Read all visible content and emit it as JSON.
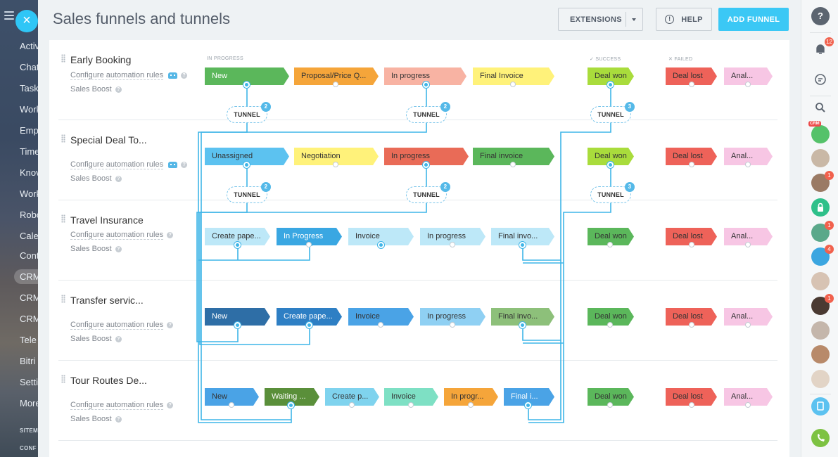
{
  "left_menu": {
    "items": [
      "Activ",
      "Chat",
      "Task",
      "Work",
      "Emp",
      "Time",
      "Knov",
      "Work",
      "Robo",
      "Cale",
      "Cont",
      "CRM",
      "CRM",
      "CRM",
      "Tele",
      "Bitri",
      "Setti",
      "More"
    ],
    "active_index": 11,
    "footer": [
      "SITEM",
      "CONF"
    ]
  },
  "close_button": "×",
  "header": {
    "title": "Sales funnels and tunnels",
    "extensions": "EXTENSIONS",
    "help": "HELP",
    "help_icon": "!",
    "add_funnel": "ADD FUNNEL"
  },
  "sections": {
    "in_progress": "IN PROGRESS",
    "success": "✓ SUCCESS",
    "failed": "✕ FAILED"
  },
  "common": {
    "configure": "Configure automation rules",
    "sales_boost": "Sales Boost",
    "tunnel": "TUNNEL",
    "q": "?"
  },
  "funnels": [
    {
      "name": "Early Booking",
      "stages": [
        {
          "label": "New",
          "color": "#5bb75b",
          "text": "#fff"
        },
        {
          "label": "Proposal/Price Q...",
          "color": "#f5a53a",
          "text": "#333"
        },
        {
          "label": "In progress",
          "color": "#f8b3a3",
          "text": "#333"
        },
        {
          "label": "Final Invoice",
          "color": "#fff27a",
          "text": "#333"
        }
      ],
      "won": {
        "label": "Deal won",
        "color": "#a9dc3c"
      },
      "lost": {
        "label": "Deal lost",
        "color": "#ee6259"
      },
      "extra": {
        "label": "Anal...",
        "color": "#f7c6e4"
      },
      "tunnels": [
        "2",
        "2",
        "3"
      ]
    },
    {
      "name": "Special Deal To...",
      "stages": [
        {
          "label": "Unassigned",
          "color": "#5cc2f0",
          "text": "#333"
        },
        {
          "label": "Negotiation",
          "color": "#fff27a",
          "text": "#333"
        },
        {
          "label": "In progress",
          "color": "#e96b57",
          "text": "#333"
        },
        {
          "label": "Final invoice",
          "color": "#5bb75b",
          "text": "#333"
        }
      ],
      "won": {
        "label": "Deal won",
        "color": "#a9dc3c"
      },
      "lost": {
        "label": "Deal lost",
        "color": "#ee6259"
      },
      "extra": {
        "label": "Anal...",
        "color": "#f7c6e4"
      },
      "tunnels": [
        "2",
        "2",
        "3"
      ]
    },
    {
      "name": "Travel Insurance",
      "stages": [
        {
          "label": "Create pape...",
          "color": "#bde8f8",
          "text": "#333"
        },
        {
          "label": "In Progress",
          "color": "#3aa7e2",
          "text": "#fff"
        },
        {
          "label": "Invoice",
          "color": "#bde8f8",
          "text": "#333"
        },
        {
          "label": "In progress",
          "color": "#bde8f8",
          "text": "#333"
        },
        {
          "label": "Final invo...",
          "color": "#bde8f8",
          "text": "#333"
        }
      ],
      "won": {
        "label": "Deal won",
        "color": "#5bb75b"
      },
      "lost": {
        "label": "Deal lost",
        "color": "#ee6259"
      },
      "extra": {
        "label": "Anal...",
        "color": "#f7c6e4"
      }
    },
    {
      "name": "Transfer servic...",
      "stages": [
        {
          "label": "New",
          "color": "#2e6ea6",
          "text": "#fff"
        },
        {
          "label": "Create pape...",
          "color": "#2e7fc4",
          "text": "#fff"
        },
        {
          "label": "Invoice",
          "color": "#4aa3e6",
          "text": "#333"
        },
        {
          "label": "In progress",
          "color": "#8fd0f3",
          "text": "#333"
        },
        {
          "label": "Final invo...",
          "color": "#8dc07a",
          "text": "#333"
        }
      ],
      "won": {
        "label": "Deal won",
        "color": "#5bb75b"
      },
      "lost": {
        "label": "Deal lost",
        "color": "#ee6259"
      },
      "extra": {
        "label": "Anal...",
        "color": "#f7c6e4"
      }
    },
    {
      "name": "Tour Routes De...",
      "stages": [
        {
          "label": "New",
          "color": "#4aa3e6",
          "text": "#333"
        },
        {
          "label": "Waiting ...",
          "color": "#5a8f3a",
          "text": "#fff"
        },
        {
          "label": "Create p...",
          "color": "#7fd3ee",
          "text": "#333"
        },
        {
          "label": "Invoice",
          "color": "#7ee0c4",
          "text": "#333"
        },
        {
          "label": "In progr...",
          "color": "#f5a53a",
          "text": "#333"
        },
        {
          "label": "Final i...",
          "color": "#4aa3e6",
          "text": "#fff"
        }
      ],
      "won": {
        "label": "Deal won",
        "color": "#5bb75b"
      },
      "lost": {
        "label": "Deal lost",
        "color": "#ee6259"
      },
      "extra": {
        "label": "Anal...",
        "color": "#f7c6e4"
      }
    }
  ],
  "right_sidebar": {
    "notifications_badge": "12",
    "crm_tag": "CRM",
    "badges": [
      "1",
      "1",
      "4",
      "1"
    ]
  }
}
